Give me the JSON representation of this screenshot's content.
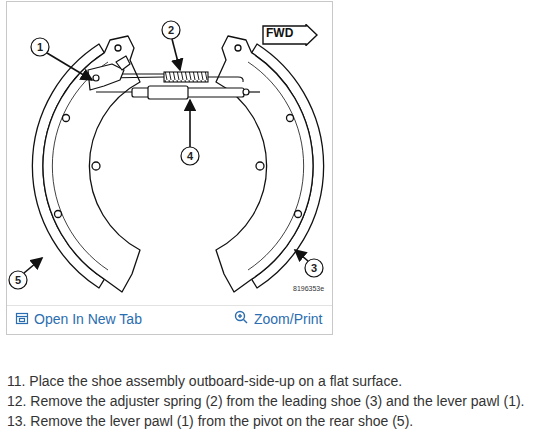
{
  "diagram": {
    "nodes": [
      {
        "text": [
          "FWD"
        ]
      }
    ],
    "labels": [
      "2",
      "1",
      "4",
      "5",
      "3",
      "8196353e",
      "Open In New Tab",
      "Zoom/Print",
      "11. Place the shoe assembly outboard-side-up on a flat surface.",
      "12. Remove the adjuster spring (2) from the leading shoe (3) and the lever pawl (1).",
      "13. Remove the lever pawl (1) from the pivot on the rear shoe (5)."
    ]
  }
}
